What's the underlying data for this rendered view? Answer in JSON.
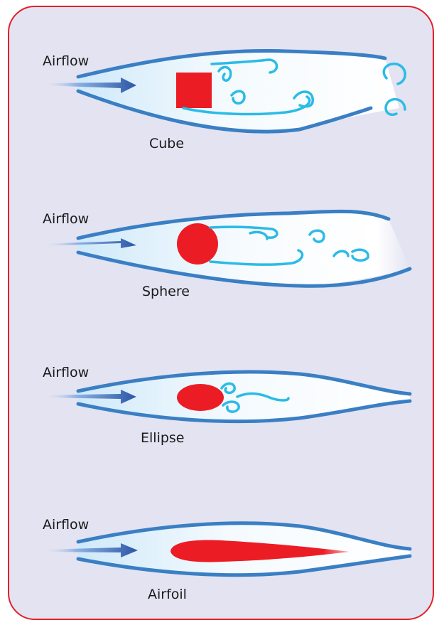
{
  "diagram": {
    "panels": [
      {
        "airflow_label": "Airflow",
        "shape_label": "Cube"
      },
      {
        "airflow_label": "Airflow",
        "shape_label": "Sphere"
      },
      {
        "airflow_label": "Airflow",
        "shape_label": "Ellipse"
      },
      {
        "airflow_label": "Airflow",
        "shape_label": "Airfoil"
      }
    ]
  },
  "colors": {
    "border": "#e3202a",
    "background": "#e3e3f2",
    "wall": "#3a7fc4",
    "vortex": "#2bbbe6",
    "object": "#ec1c24",
    "arrow": "#2c57a8"
  }
}
